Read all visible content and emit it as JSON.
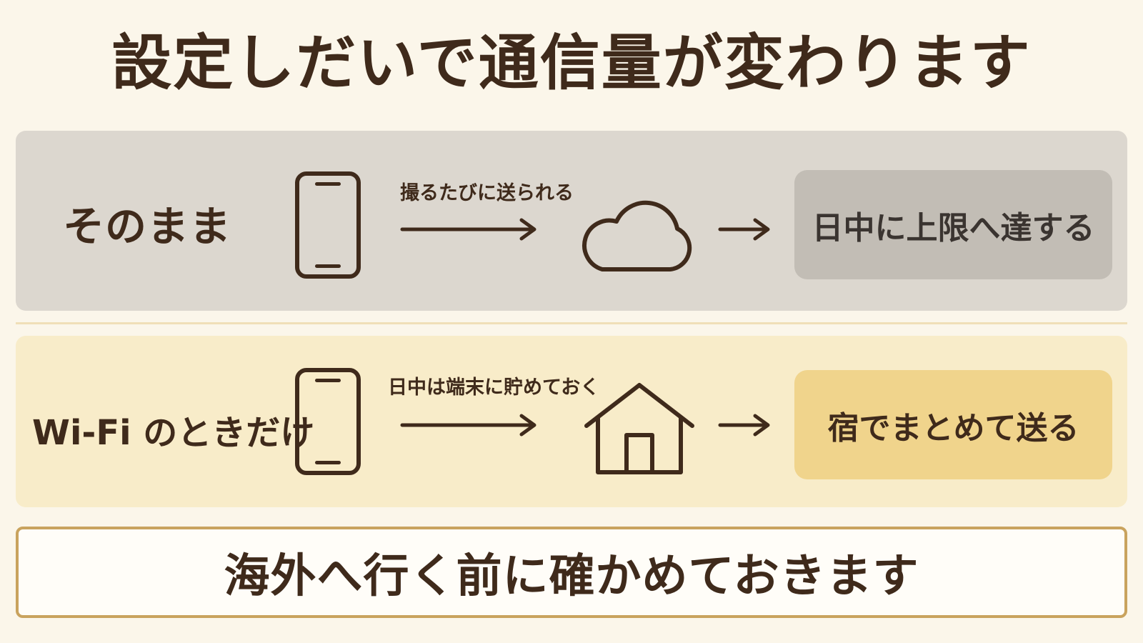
{
  "title": "設定しだいで通信量が変わります",
  "rows": [
    {
      "label": "そのまま",
      "caption": "撮るたびに送られる",
      "destination_icon": "cloud-icon",
      "result": "日中に上限へ達する"
    },
    {
      "label": "Wi-Fi のときだけ",
      "caption": "日中は端末に貯めておく",
      "destination_icon": "house-icon",
      "result": "宿でまとめて送る"
    }
  ],
  "footer": "海外へ行く前に確かめておきます",
  "colors": {
    "background": "#fbf6ea",
    "text": "#3f2a1b",
    "panel_default": "#dcd7cf",
    "panel_wifi": "#f8ecc9",
    "result_default": "#c2bdb5",
    "result_wifi": "#f0d48c",
    "footer_border": "#c9a35e"
  }
}
